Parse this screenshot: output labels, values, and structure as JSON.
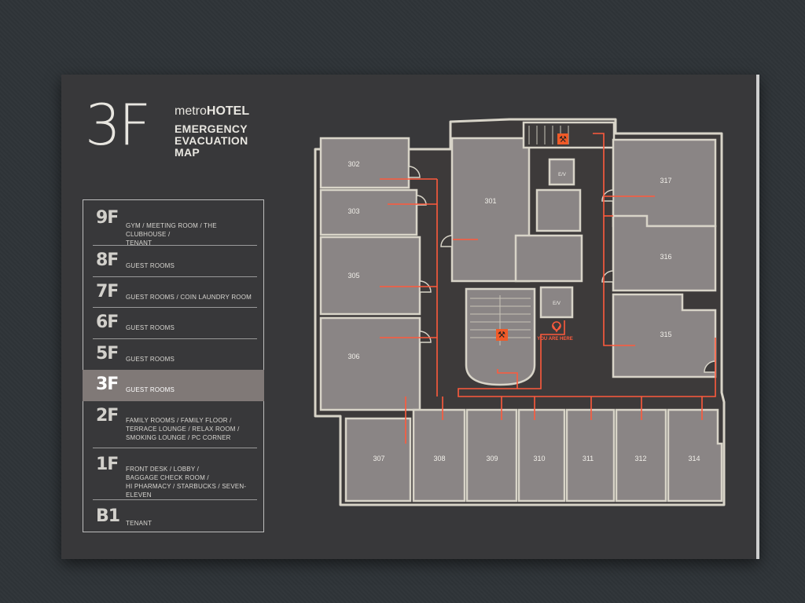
{
  "header": {
    "floor": "3F",
    "brand_prefix": "metro",
    "brand_suffix": "HOTEL",
    "title_lines": [
      "EMERGENCY",
      "EVACUATION",
      "MAP"
    ]
  },
  "directory": [
    {
      "floor": "9F",
      "lines": [
        "GYM / MEETING ROOM / THE CLUBHOUSE /",
        "TENANT"
      ],
      "current": false
    },
    {
      "floor": "8F",
      "lines": [
        "GUEST ROOMS"
      ],
      "current": false
    },
    {
      "floor": "7F",
      "lines": [
        "GUEST ROOMS  /  COIN LAUNDRY ROOM"
      ],
      "current": false
    },
    {
      "floor": "6F",
      "lines": [
        "GUEST ROOMS"
      ],
      "current": false
    },
    {
      "floor": "5F",
      "lines": [
        "GUEST ROOMS"
      ],
      "current": false
    },
    {
      "floor": "3F",
      "lines": [
        "GUEST ROOMS"
      ],
      "current": true
    },
    {
      "floor": "2F",
      "lines": [
        "FAMILY ROOMS  /  FAMILY FLOOR  /",
        "TERRACE LOUNGE  /  RELAX ROOM  /",
        "SMOKING LOUNGE  /  PC CORNER"
      ],
      "current": false
    },
    {
      "floor": "1F",
      "lines": [
        "FRONT DESK / LOBBY /",
        "BAGGAGE CHECK ROOM /",
        "HI PHARMACY / STARBUCKS / SEVEN-ELEVEN"
      ],
      "current": false
    },
    {
      "floor": "B1",
      "lines": [
        "TENANT"
      ],
      "current": false
    }
  ],
  "map": {
    "rooms": [
      "302",
      "303",
      "305",
      "306",
      "301",
      "317",
      "316",
      "315",
      "307",
      "308",
      "309",
      "310",
      "311",
      "312",
      "314"
    ],
    "elevator_label": "E/V",
    "you_are_here": "YOU ARE HERE",
    "colors": {
      "room": "#8a8585",
      "corridor": "#3d3a3a",
      "outline": "#d8d4c8",
      "route": "#ff5a3c",
      "exit": "#f05a28"
    },
    "icons": [
      "emergency-exit-icon",
      "location-pin-icon"
    ]
  }
}
